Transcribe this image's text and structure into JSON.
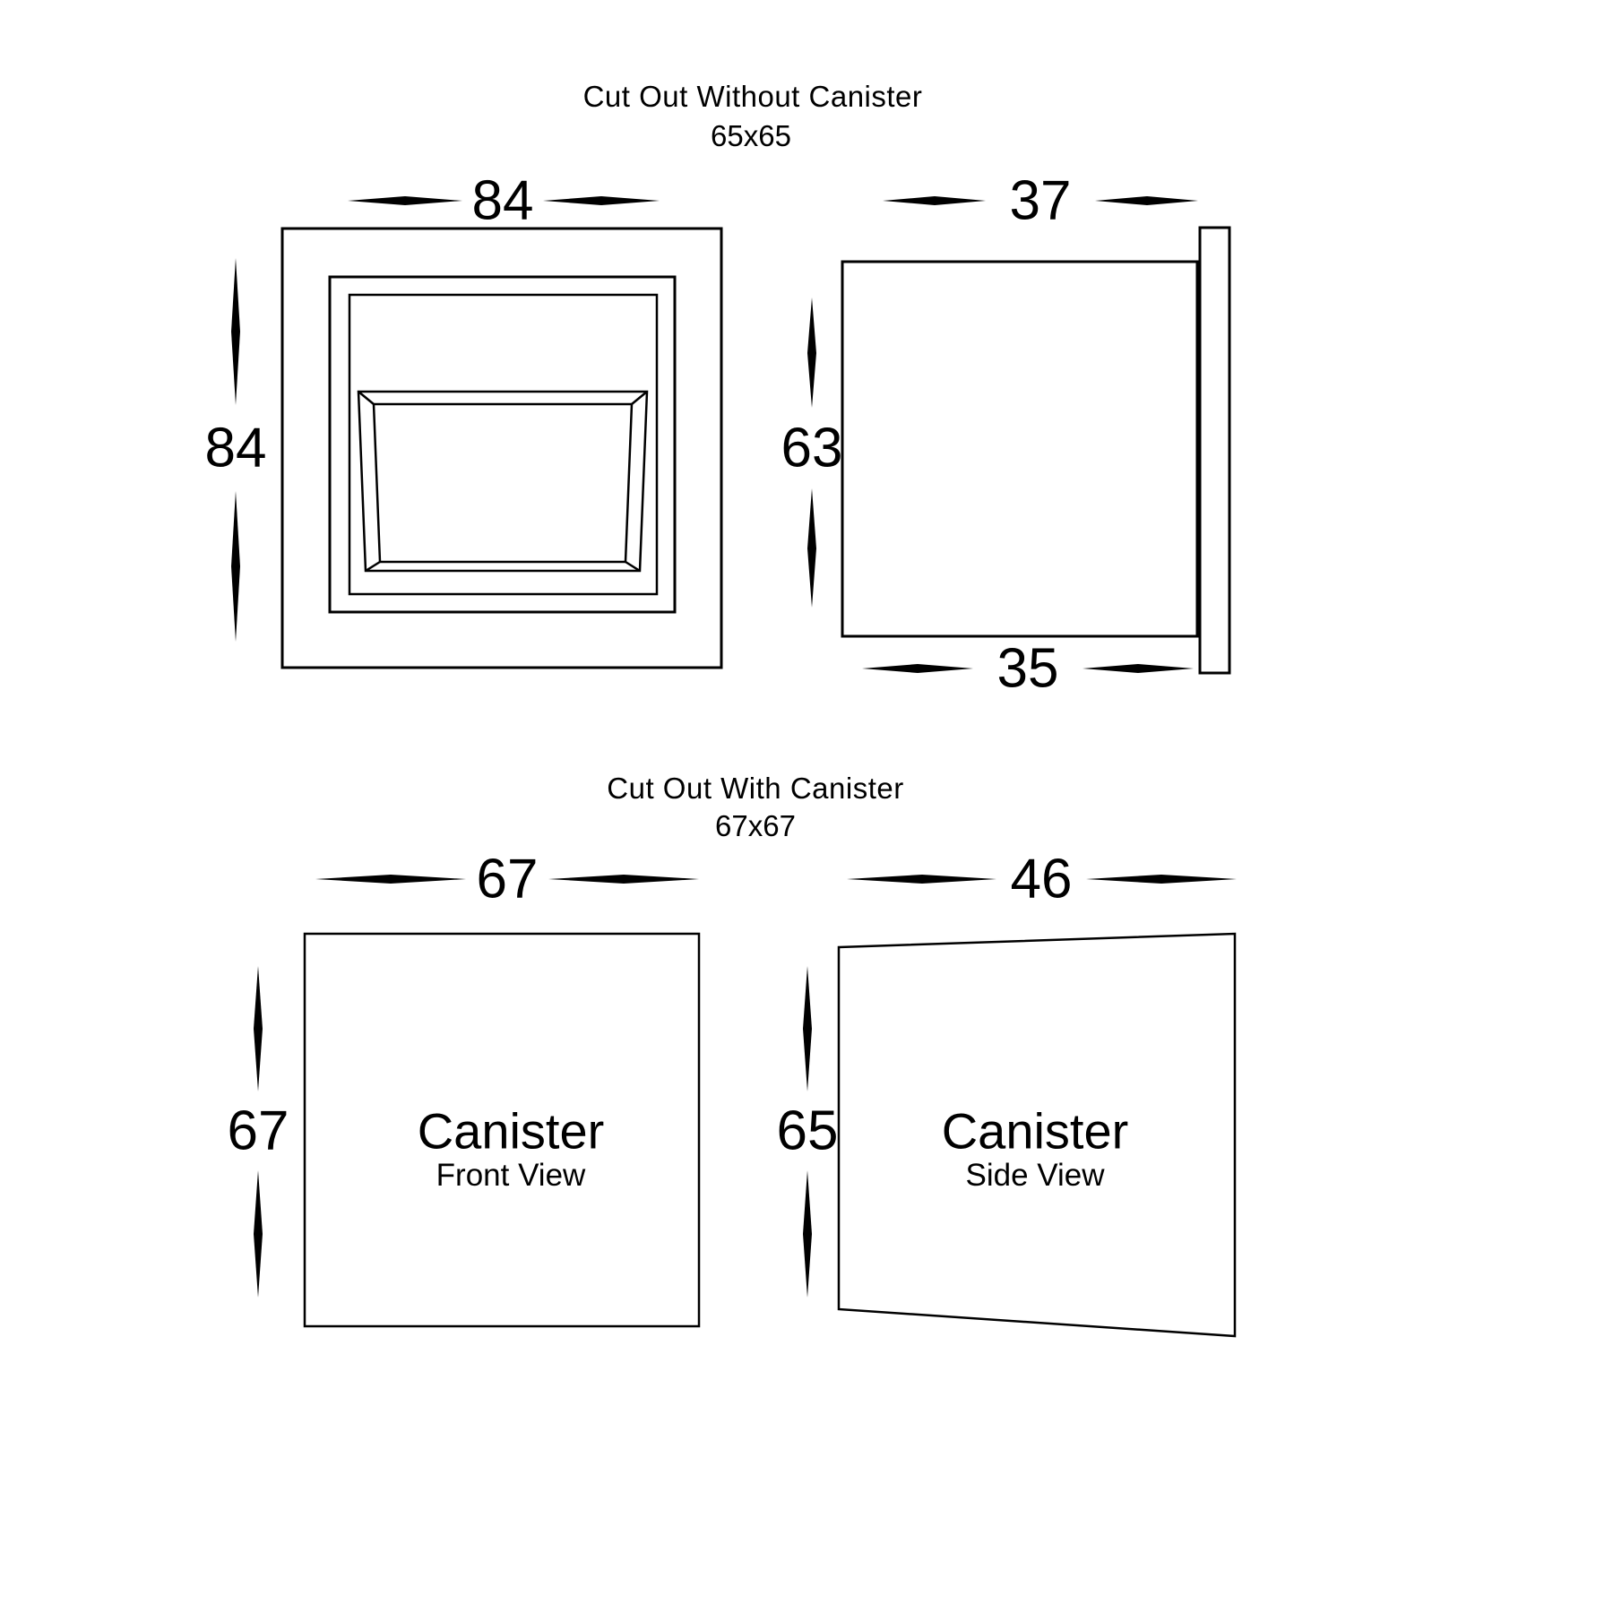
{
  "colors": {
    "ink": "#000000",
    "background": "#ffffff"
  },
  "top_section": {
    "title": "Cut Out Without Canister",
    "subtitle": "65x65",
    "front_view": {
      "dim_width": "84",
      "dim_height": "84"
    },
    "side_view": {
      "dim_width": "37",
      "dim_height": "63",
      "dim_bottom": "35"
    }
  },
  "bottom_section": {
    "title": "Cut Out With Canister",
    "subtitle": "67x67",
    "front_view": {
      "dim_width": "67",
      "dim_height": "67",
      "label": "Canister",
      "sublabel": "Front View"
    },
    "side_view": {
      "dim_width": "46",
      "dim_height": "65",
      "label": "Canister",
      "sublabel": "Side View"
    }
  }
}
